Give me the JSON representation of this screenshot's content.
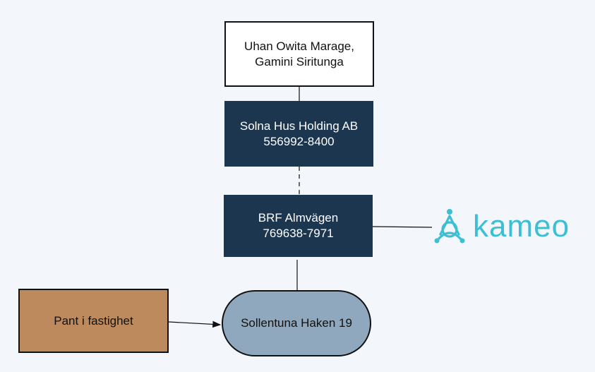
{
  "nodes": {
    "owners": {
      "line1": "Uhan Owita Marage,",
      "line2": "Gamini Siritunga"
    },
    "holding": {
      "line1": "Solna Hus Holding AB",
      "line2": "556992-8400"
    },
    "brf": {
      "line1": "BRF Almvägen",
      "line2": "769638-7971"
    },
    "pant": {
      "line1": "Pant i fastighet"
    },
    "property": {
      "line1": "Sollentuna Haken 19"
    }
  },
  "logo": {
    "icon": "kameo-logo-icon",
    "wordmark": "kameo",
    "color": "#3cbfd5"
  },
  "colors": {
    "navy": "#1c3650",
    "tan": "#bd8a5e",
    "steel": "#8fa8be",
    "background": "#f3f6fb"
  }
}
